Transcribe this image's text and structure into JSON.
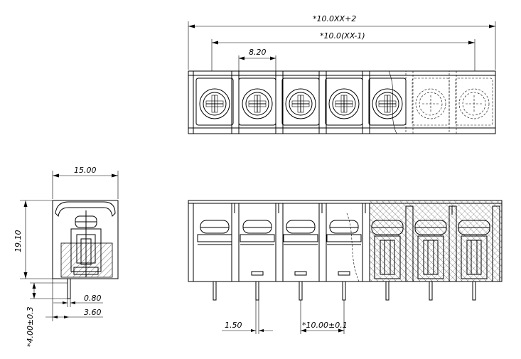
{
  "top_view": {
    "overall_length": "*10.0XX+2",
    "pitch_span": "*10.0(XX-1)",
    "inner_pitch": "8.20"
  },
  "side_view": {
    "width": "15.00",
    "height": "19.10",
    "pin_width": "0.80",
    "pin_offset": "3.60",
    "pin_length": "*4.00±0.3"
  },
  "front_view": {
    "pin_spacing_small": "1.50",
    "pin_pitch": "*10.00±0.1"
  },
  "colors": {
    "line": "#000000",
    "background": "#ffffff"
  }
}
